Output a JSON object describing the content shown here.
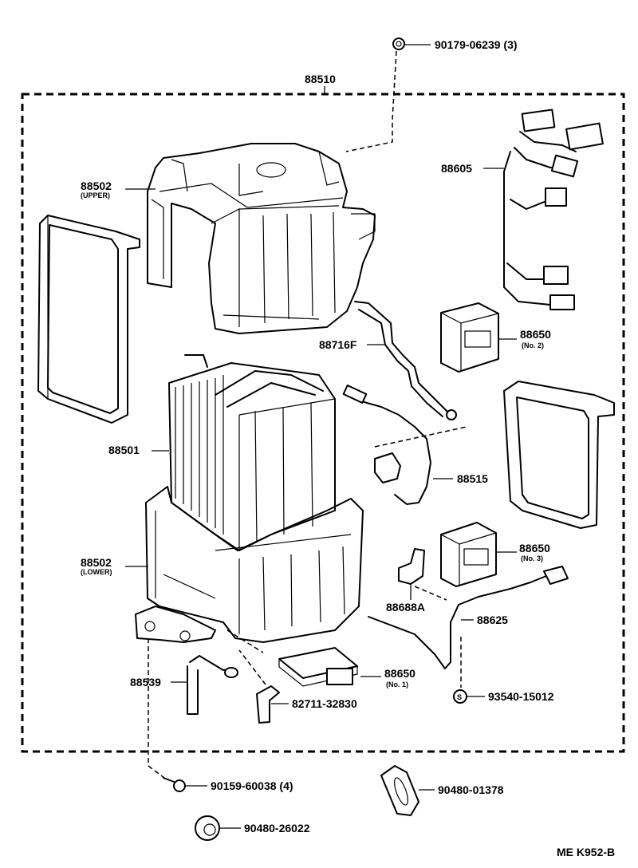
{
  "diagram": {
    "assembly_number": "88510",
    "footer_code": "ME  K952-B",
    "parts": [
      {
        "id": "p-90179",
        "number": "90179-06239 (3)",
        "qualifier": ""
      },
      {
        "id": "p-88502u",
        "number": "88502",
        "qualifier": "(UPPER)"
      },
      {
        "id": "p-88605",
        "number": "88605",
        "qualifier": ""
      },
      {
        "id": "p-88716f",
        "number": "88716F",
        "qualifier": ""
      },
      {
        "id": "p-88650-2",
        "number": "88650",
        "qualifier": "(No. 2)"
      },
      {
        "id": "p-88501",
        "number": "88501",
        "qualifier": ""
      },
      {
        "id": "p-88515",
        "number": "88515",
        "qualifier": ""
      },
      {
        "id": "p-88502l",
        "number": "88502",
        "qualifier": "(LOWER)"
      },
      {
        "id": "p-88650-3",
        "number": "88650",
        "qualifier": "(No. 3)"
      },
      {
        "id": "p-88688a",
        "number": "88688A",
        "qualifier": ""
      },
      {
        "id": "p-88625",
        "number": "88625",
        "qualifier": ""
      },
      {
        "id": "p-88650-1",
        "number": "88650",
        "qualifier": "(No. 1)"
      },
      {
        "id": "p-88539",
        "number": "88539",
        "qualifier": ""
      },
      {
        "id": "p-82711",
        "number": "82711-32830",
        "qualifier": ""
      },
      {
        "id": "p-93540",
        "number": "93540-15012",
        "qualifier": "",
        "symbol": "S"
      },
      {
        "id": "p-90159",
        "number": "90159-60038 (4)",
        "qualifier": ""
      },
      {
        "id": "p-90480a",
        "number": "90480-01378",
        "qualifier": ""
      },
      {
        "id": "p-90480b",
        "number": "90480-26022",
        "qualifier": ""
      }
    ]
  }
}
